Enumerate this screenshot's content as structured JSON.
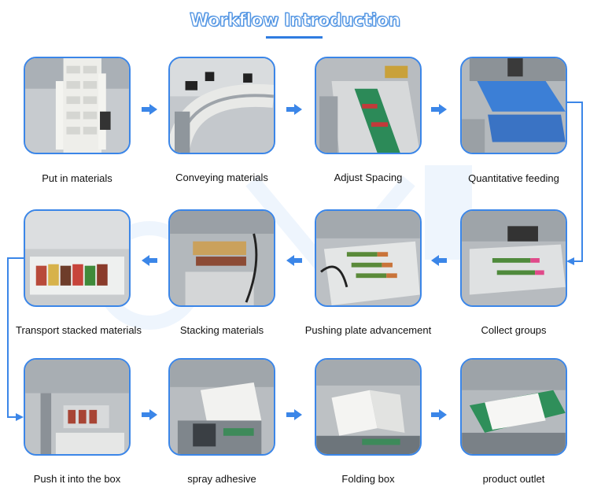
{
  "title": "Workflow Introduction",
  "accent_color": "#3b86e8",
  "steps": [
    {
      "label": "Put in materials",
      "icon": "conveyor-chain-photo"
    },
    {
      "label": "Conveying materials",
      "icon": "curved-conveyor-photo"
    },
    {
      "label": "Adjust Spacing",
      "icon": "spacing-belt-photo"
    },
    {
      "label": "Quantitative feeding",
      "icon": "blue-belt-feeder-photo"
    },
    {
      "label": "Collect groups",
      "icon": "group-collector-photo"
    },
    {
      "label": "Pushing plate advancement",
      "icon": "pusher-plate-photo"
    },
    {
      "label": "Stacking materials",
      "icon": "stacker-photo"
    },
    {
      "label": "Transport stacked materials",
      "icon": "stacked-bars-tray-photo"
    },
    {
      "label": "Push it into the box",
      "icon": "box-pusher-photo"
    },
    {
      "label": "spray adhesive",
      "icon": "glue-sprayer-photo"
    },
    {
      "label": "Folding box",
      "icon": "box-folder-photo"
    },
    {
      "label": "product outlet",
      "icon": "outlet-photo"
    }
  ]
}
